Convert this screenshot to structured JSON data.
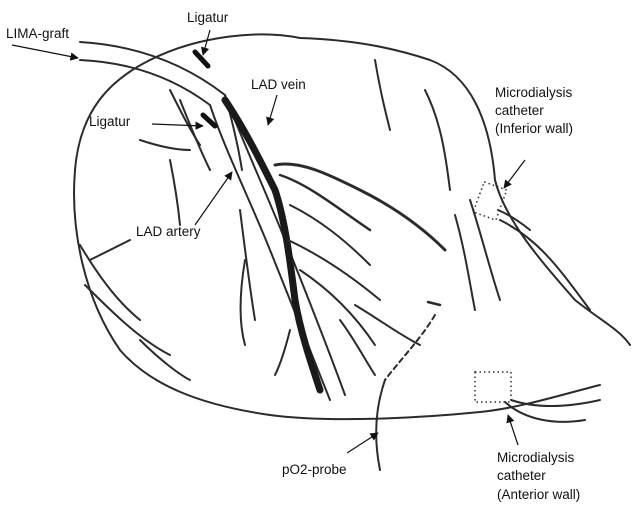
{
  "labels": {
    "lima_graft": "LIMA-graft",
    "ligatur_top": "Ligatur",
    "lad_vein": "LAD vein",
    "ligatur_left": "Ligatur",
    "lad_artery": "LAD artery",
    "microdialysis_inferior": [
      "Microdialysis",
      "catheter",
      "(Inferior wall)"
    ],
    "po2_probe": "pO2-probe",
    "microdialysis_anterior": [
      "Microdialysis",
      "catheter",
      "(Anterior wall)"
    ]
  }
}
